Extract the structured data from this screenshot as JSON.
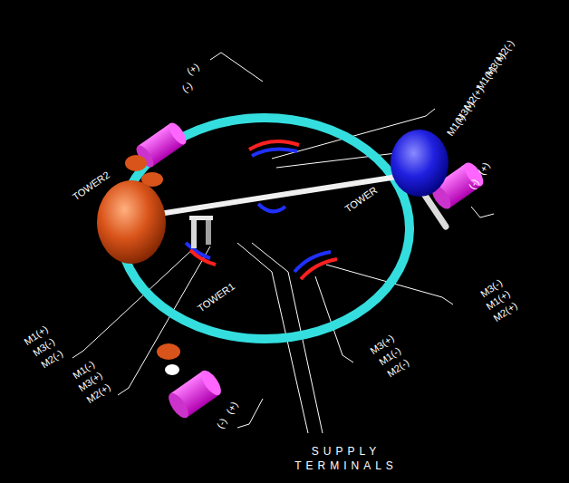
{
  "diagram": {
    "labels": [
      "(+)",
      "(-)",
      "TOWER2",
      "M2(-)",
      "M3(+)",
      "M1(+)",
      "M2(+)",
      "M3(-)",
      "M1(-)",
      "TOWER",
      "(-)",
      "(+)",
      "M3(-)",
      "M1(+)",
      "M2(+)",
      "M3(+)",
      "M1(-)",
      "M2(-)",
      "M1(+)",
      "M3(-)",
      "M2(-)",
      "M1(-)",
      "M3(+)",
      "M2(+)",
      "TOWER1",
      "(-)",
      "(+)",
      "SUPPLY TERMINALS"
    ]
  }
}
